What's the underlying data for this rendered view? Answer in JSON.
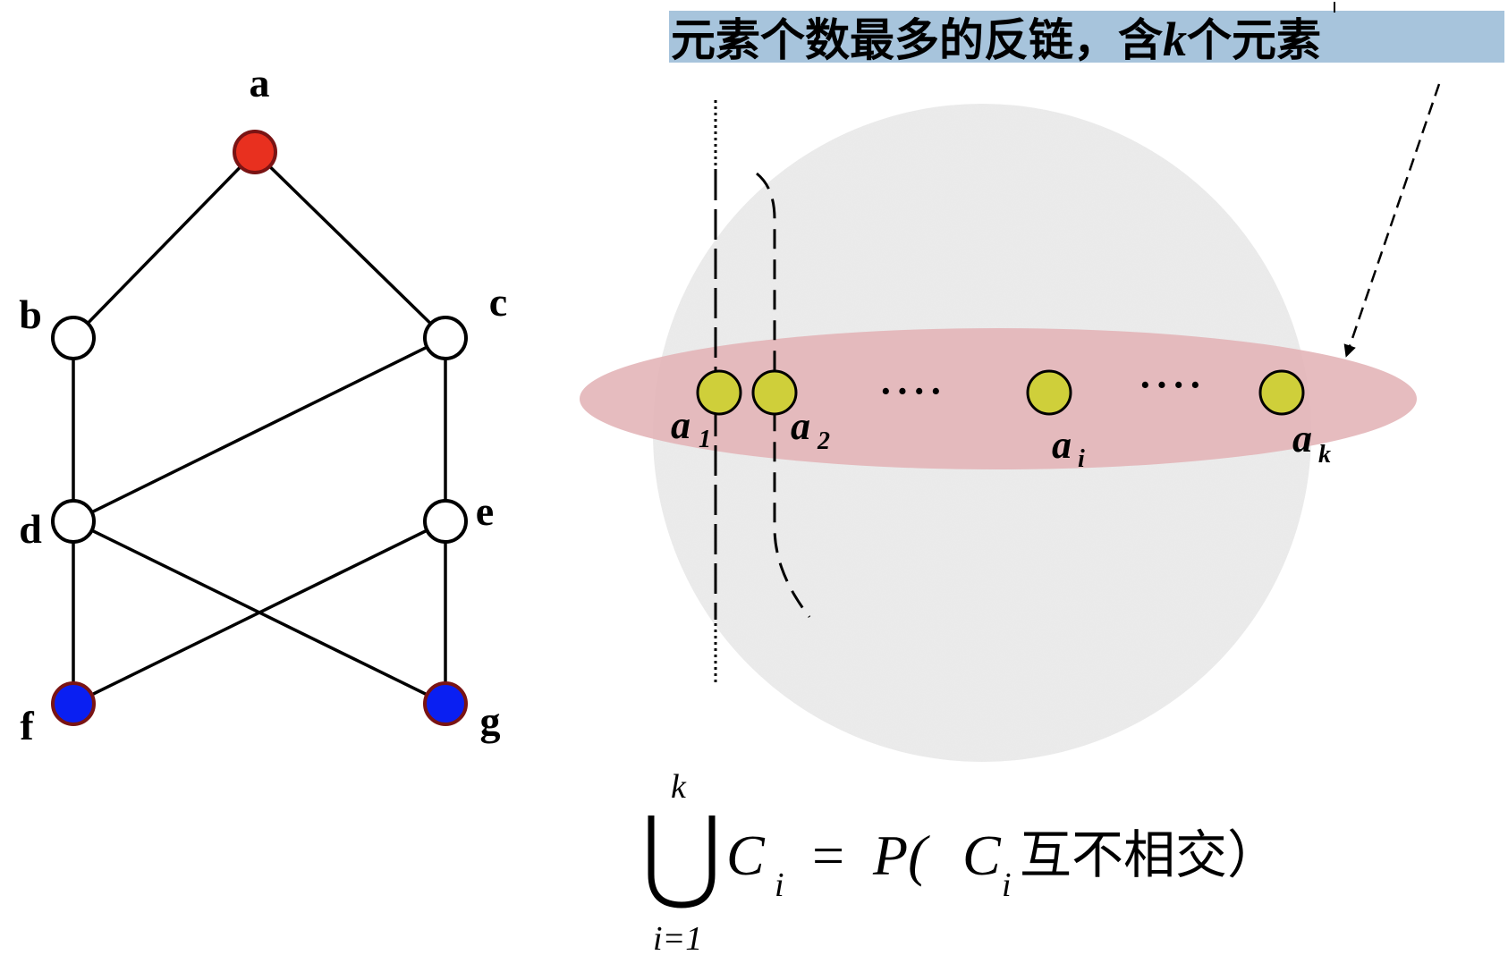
{
  "poset": {
    "nodes": [
      {
        "id": "a",
        "label": "a",
        "color": "#e8301f"
      },
      {
        "id": "b",
        "label": "b",
        "color": "#ffffff"
      },
      {
        "id": "c",
        "label": "c",
        "color": "#ffffff"
      },
      {
        "id": "d",
        "label": "d",
        "color": "#ffffff"
      },
      {
        "id": "e",
        "label": "e",
        "color": "#ffffff"
      },
      {
        "id": "f",
        "label": "f",
        "color": "#0a1ff2"
      },
      {
        "id": "g",
        "label": "g",
        "color": "#0a1ff2"
      }
    ],
    "edges": [
      [
        "a",
        "b"
      ],
      [
        "a",
        "c"
      ],
      [
        "b",
        "d"
      ],
      [
        "c",
        "d"
      ],
      [
        "c",
        "e"
      ],
      [
        "d",
        "f"
      ],
      [
        "d",
        "g"
      ],
      [
        "e",
        "f"
      ],
      [
        "e",
        "g"
      ]
    ]
  },
  "antichain": {
    "caption_part1": "元素个数最多的反链，含",
    "caption_k": "k",
    "caption_part2": "个元素",
    "caption_bg": "#a7c4dc",
    "ellipse_color": "#e3b5b8",
    "disk_color": "#e9e9e9",
    "element_color": "#cfcf3a",
    "elements": [
      {
        "name": "a",
        "sub": "1"
      },
      {
        "name": "a",
        "sub": "2"
      },
      {
        "name": "a",
        "sub": "i"
      },
      {
        "name": "a",
        "sub": "k"
      }
    ],
    "ellipsis": "····"
  },
  "formula": {
    "union_top": "k",
    "union_bottom": "i=1",
    "c": "C",
    "sub_i": "i",
    "equals": "=",
    "p_open": "P(",
    "c2": "C",
    "sub_i2": "i",
    "text_cn": "互不相交）"
  }
}
